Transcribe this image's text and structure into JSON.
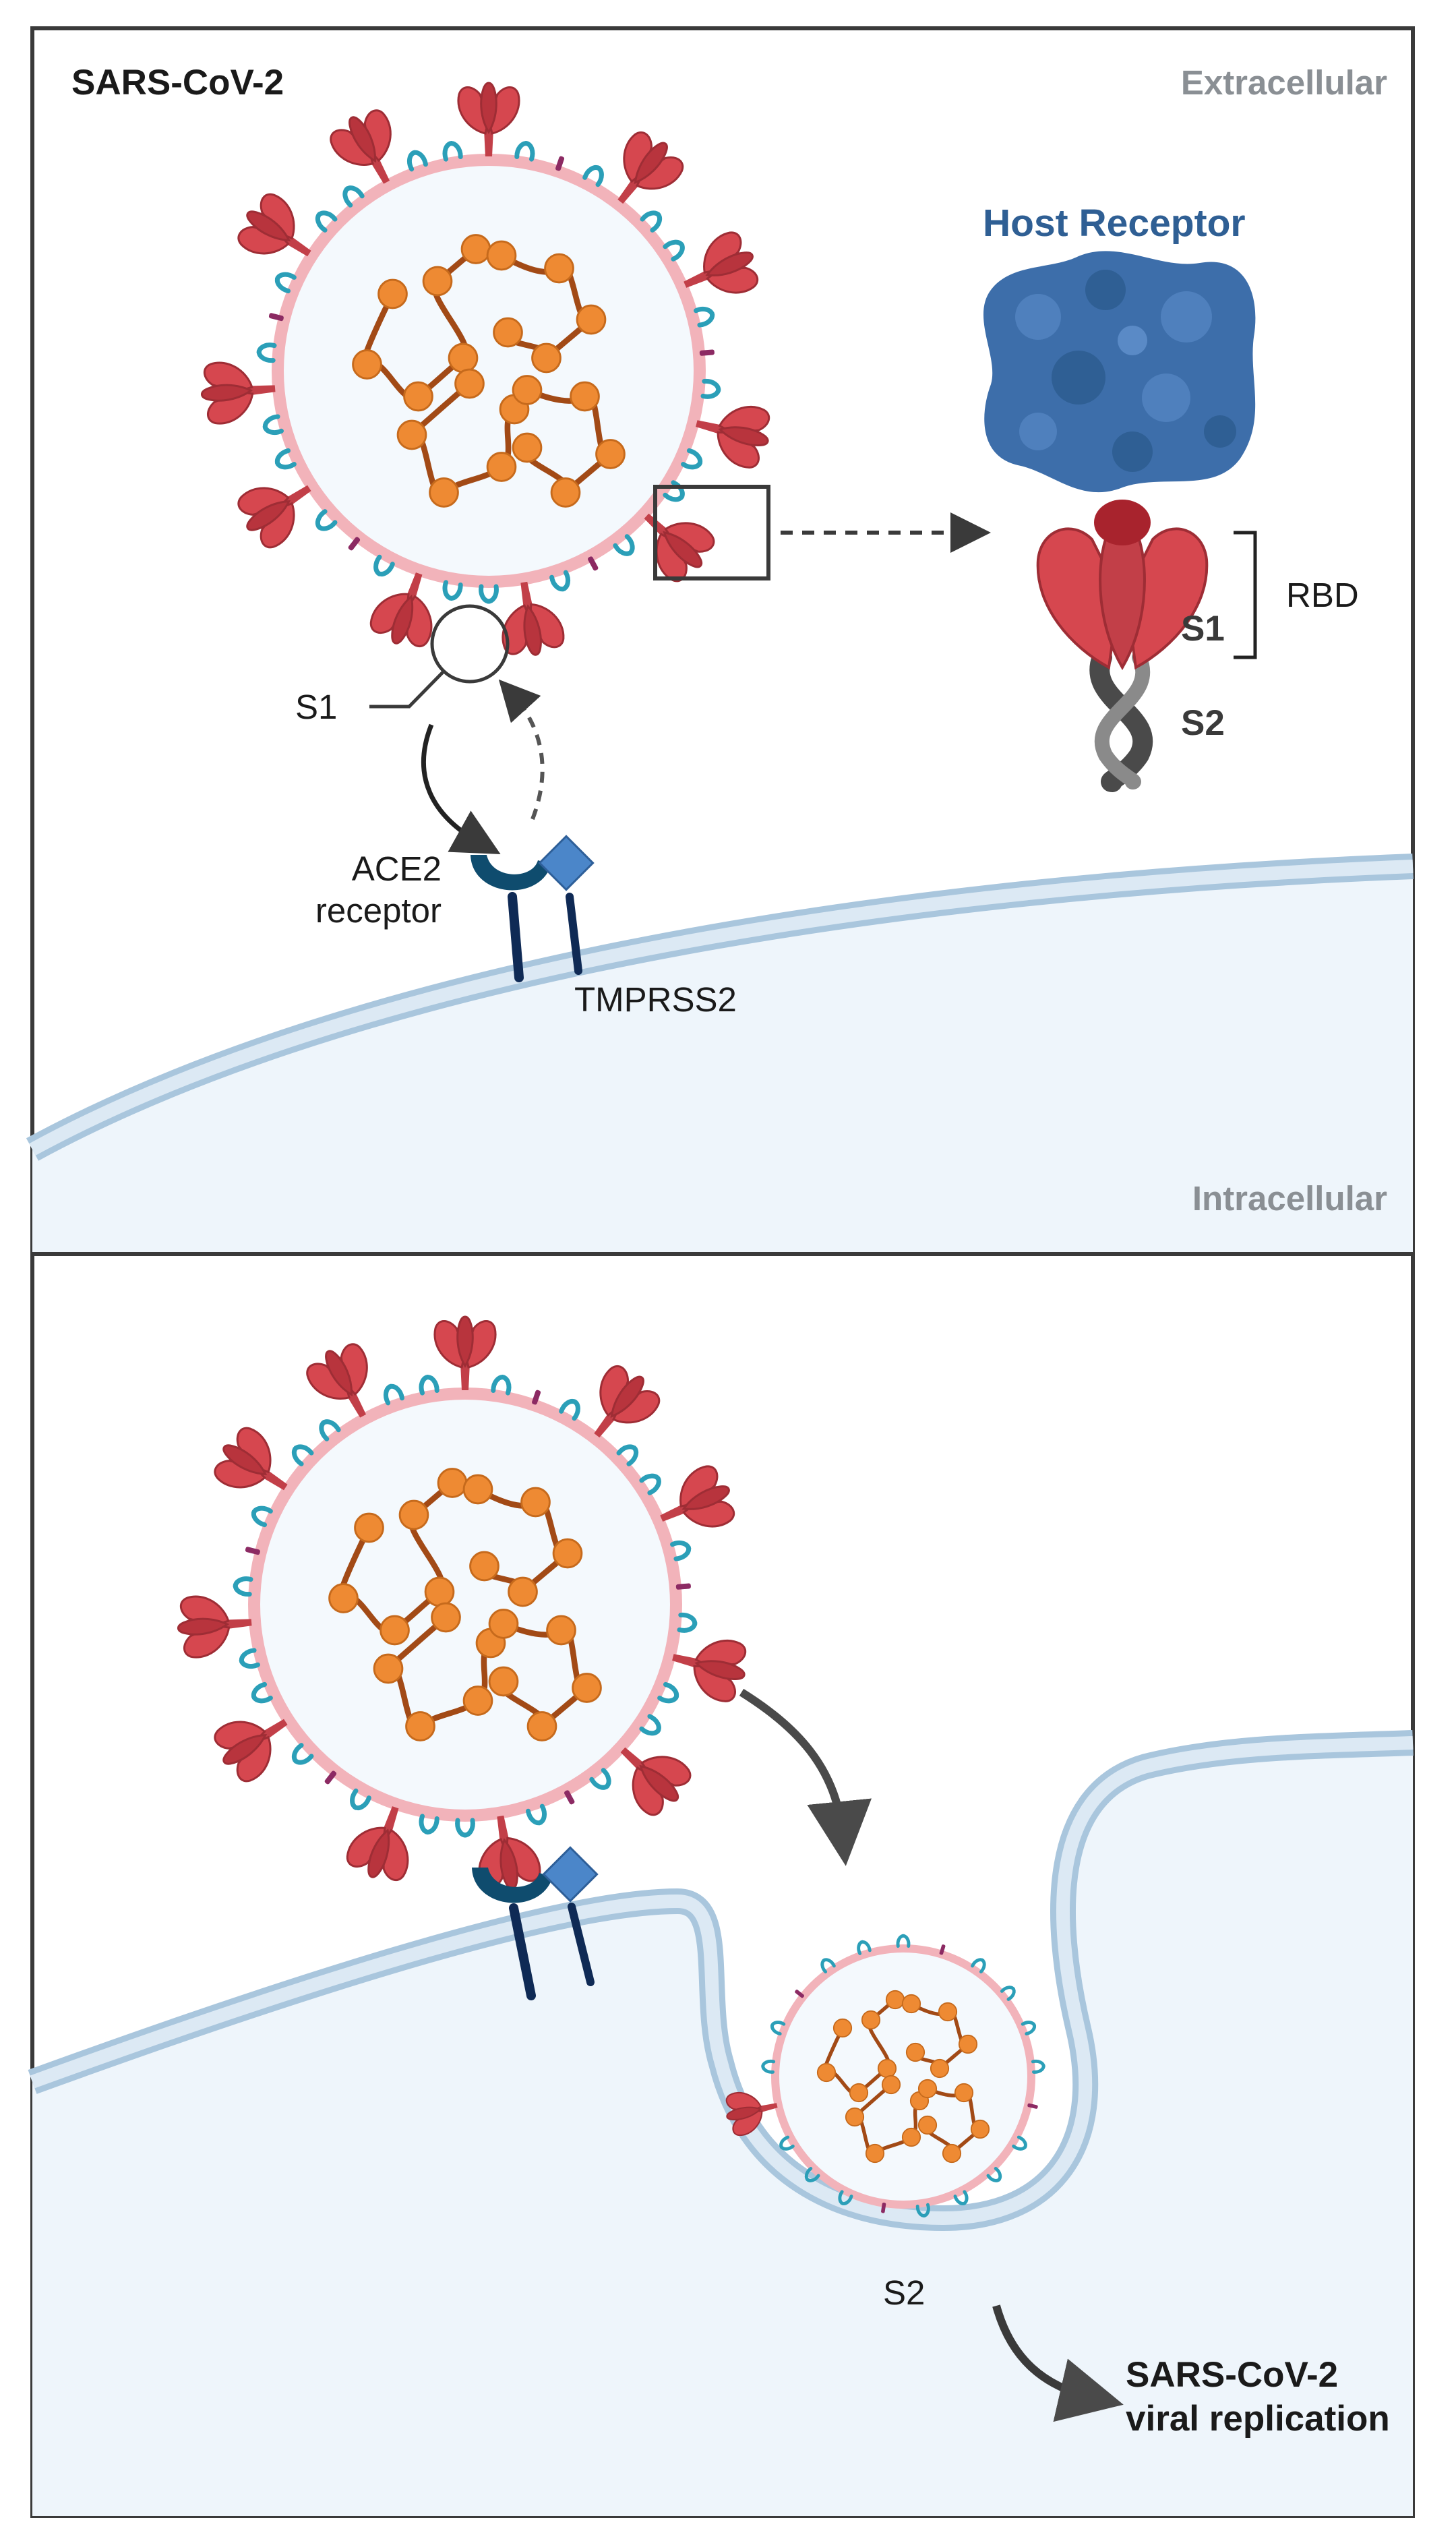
{
  "top_panel": {
    "title": "SARS-CoV-2",
    "extracellular_label": "Extracellular",
    "intracellular_label": "Intracellular",
    "host_receptor_label": "Host Receptor",
    "rbd_label": "RBD",
    "s1_detail_label": "S1",
    "s2_detail_label": "S2",
    "s1_callout_label": "S1",
    "ace2_line1": "ACE2",
    "ace2_line2": "receptor",
    "tmprss2_label": "TMPRSS2"
  },
  "bottom_panel": {
    "s2_label": "S2",
    "replication_line1": "SARS-CoV-2",
    "replication_line2": "viral replication"
  },
  "colors": {
    "spike_red": "#d0454e",
    "spike_dark": "#9e2d35",
    "membrane_pink": "#f2b3ba",
    "membrane_protein_teal": "#2b9fb8",
    "rna_brown": "#a24a16",
    "rna_node_orange": "#ee8a33",
    "host_receptor_blue": "#3d6eaa",
    "ace2_navy": "#0f4c6e",
    "tmprss2_blue": "#4b86c9",
    "cell_fill": "#eef5fb",
    "cell_edge": "#a9c6dd",
    "frame": "#3a3a3a"
  }
}
